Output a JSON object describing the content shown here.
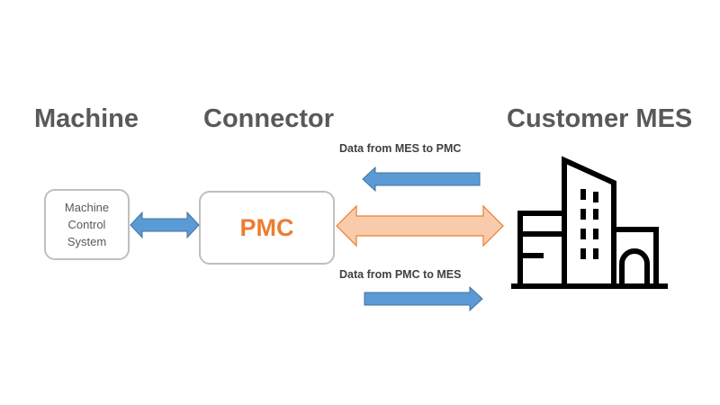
{
  "headings": {
    "machine": "Machine",
    "connector": "Connector",
    "customer_mes": "Customer MES"
  },
  "machine_control_system": {
    "lines": [
      "Machine",
      "Control",
      "System"
    ]
  },
  "pmc": {
    "label": "PMC"
  },
  "flows": {
    "mes_to_pmc": "Data from MES to PMC",
    "pmc_to_mes": "Data from PMC to MES"
  },
  "colors": {
    "heading_text": "#595959",
    "pmc_text": "#ed7d31",
    "blue_arrow_fill": "#5b9bd5",
    "blue_arrow_stroke": "#41719c",
    "orange_arrow_fill": "#f8cbad",
    "orange_arrow_stroke": "#ed7d31",
    "box_border": "#bfbfbf"
  },
  "icons": {
    "building": "building-icon"
  }
}
